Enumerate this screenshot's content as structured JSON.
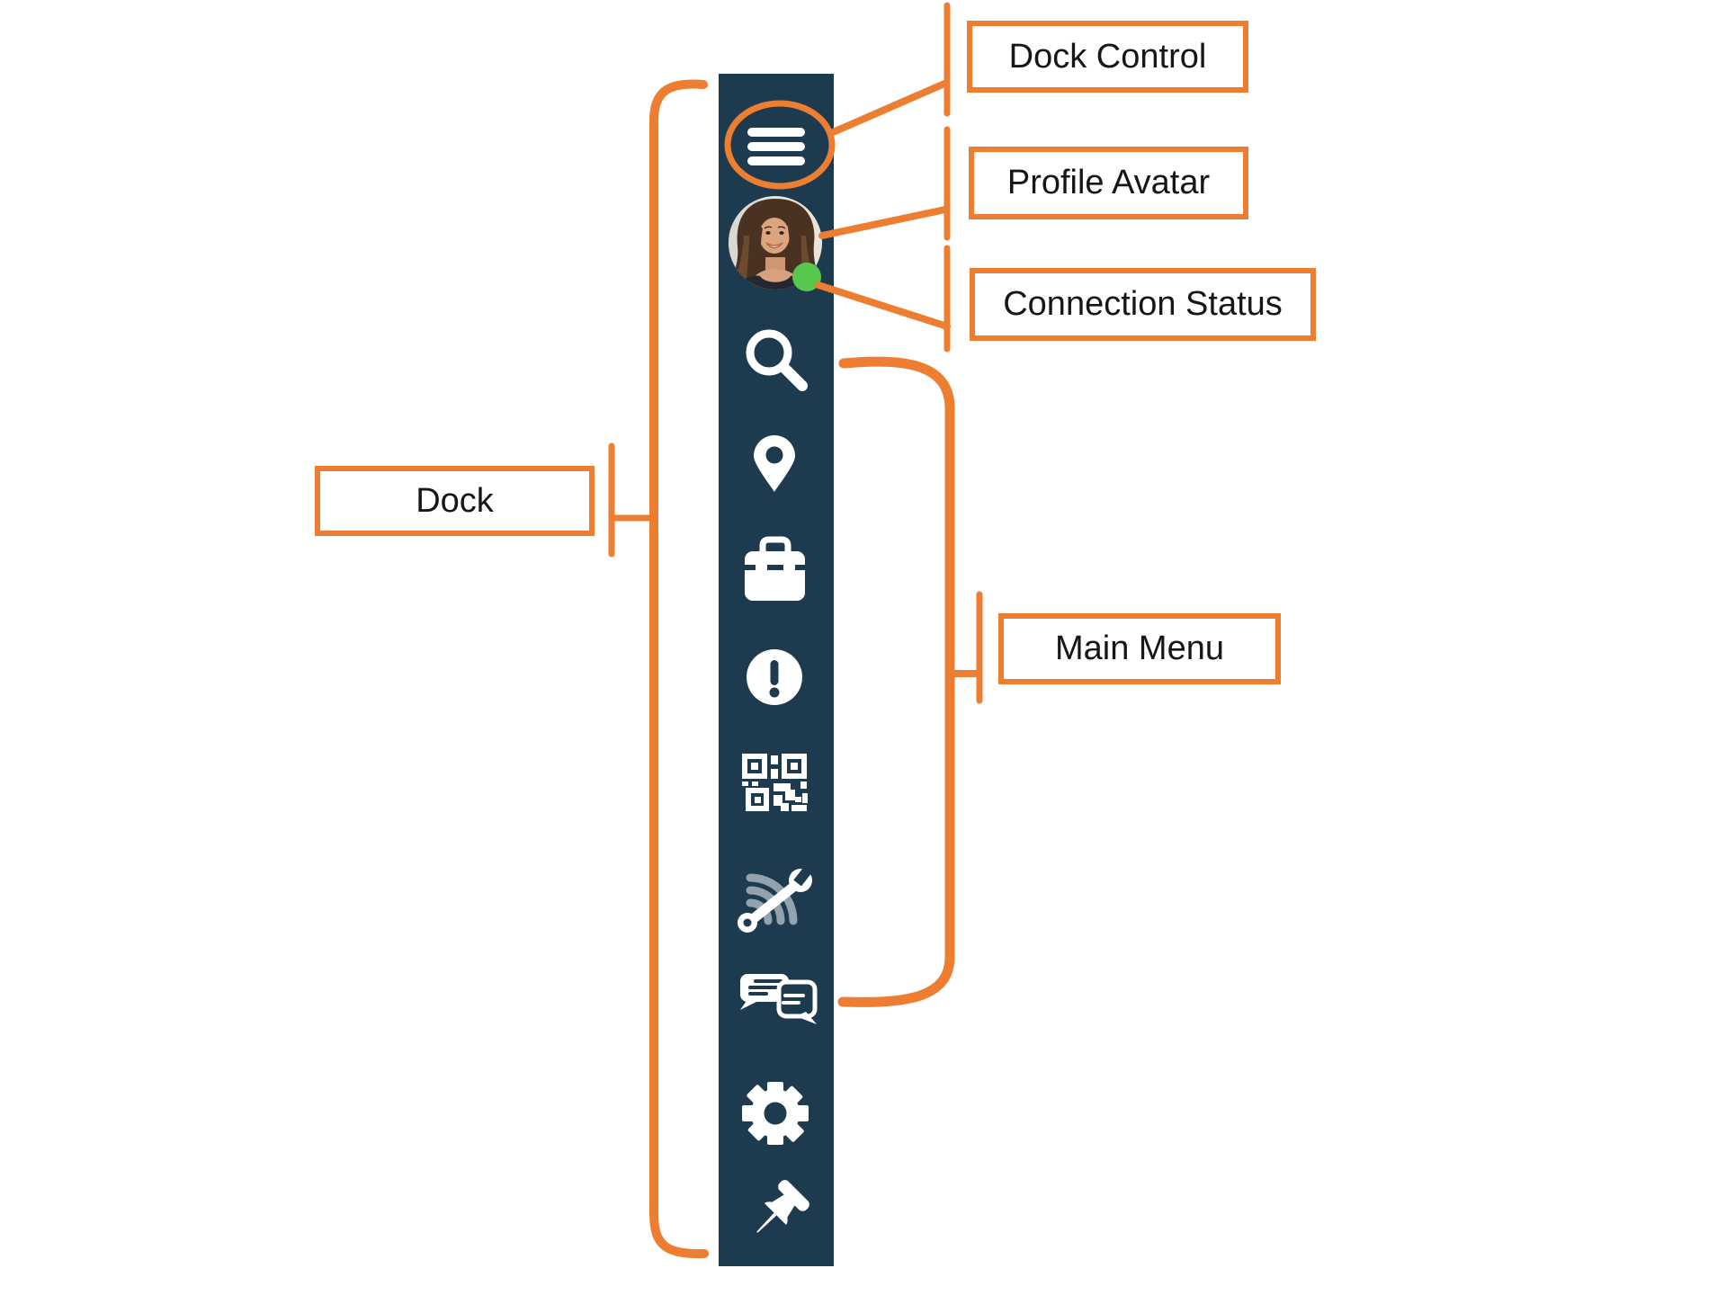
{
  "colors": {
    "accent_orange": "#ED7D31",
    "dock_background": "#1E3A4F",
    "status_green": "#57C84D",
    "icon_white": "#FFFFFF",
    "wifi_gray": "#93A3AE",
    "label_text": "#161616"
  },
  "dock": {
    "items": [
      {
        "icon": "hamburger-menu-icon"
      },
      {
        "icon": "profile-avatar",
        "status": "online"
      },
      {
        "icon": "search-icon"
      },
      {
        "icon": "location-pin-icon"
      },
      {
        "icon": "toolbox-icon"
      },
      {
        "icon": "alert-icon"
      },
      {
        "icon": "qr-code-icon"
      },
      {
        "icon": "wifi-wrench-icon"
      },
      {
        "icon": "chat-bubbles-icon"
      },
      {
        "icon": "gear-icon"
      },
      {
        "icon": "pushpin-icon"
      }
    ]
  },
  "annotations": {
    "dock_control": {
      "label": "Dock Control"
    },
    "profile_avatar": {
      "label": "Profile Avatar"
    },
    "connection_status": {
      "label": "Connection Status"
    },
    "dock": {
      "label": "Dock"
    },
    "main_menu": {
      "label": "Main Menu"
    }
  }
}
